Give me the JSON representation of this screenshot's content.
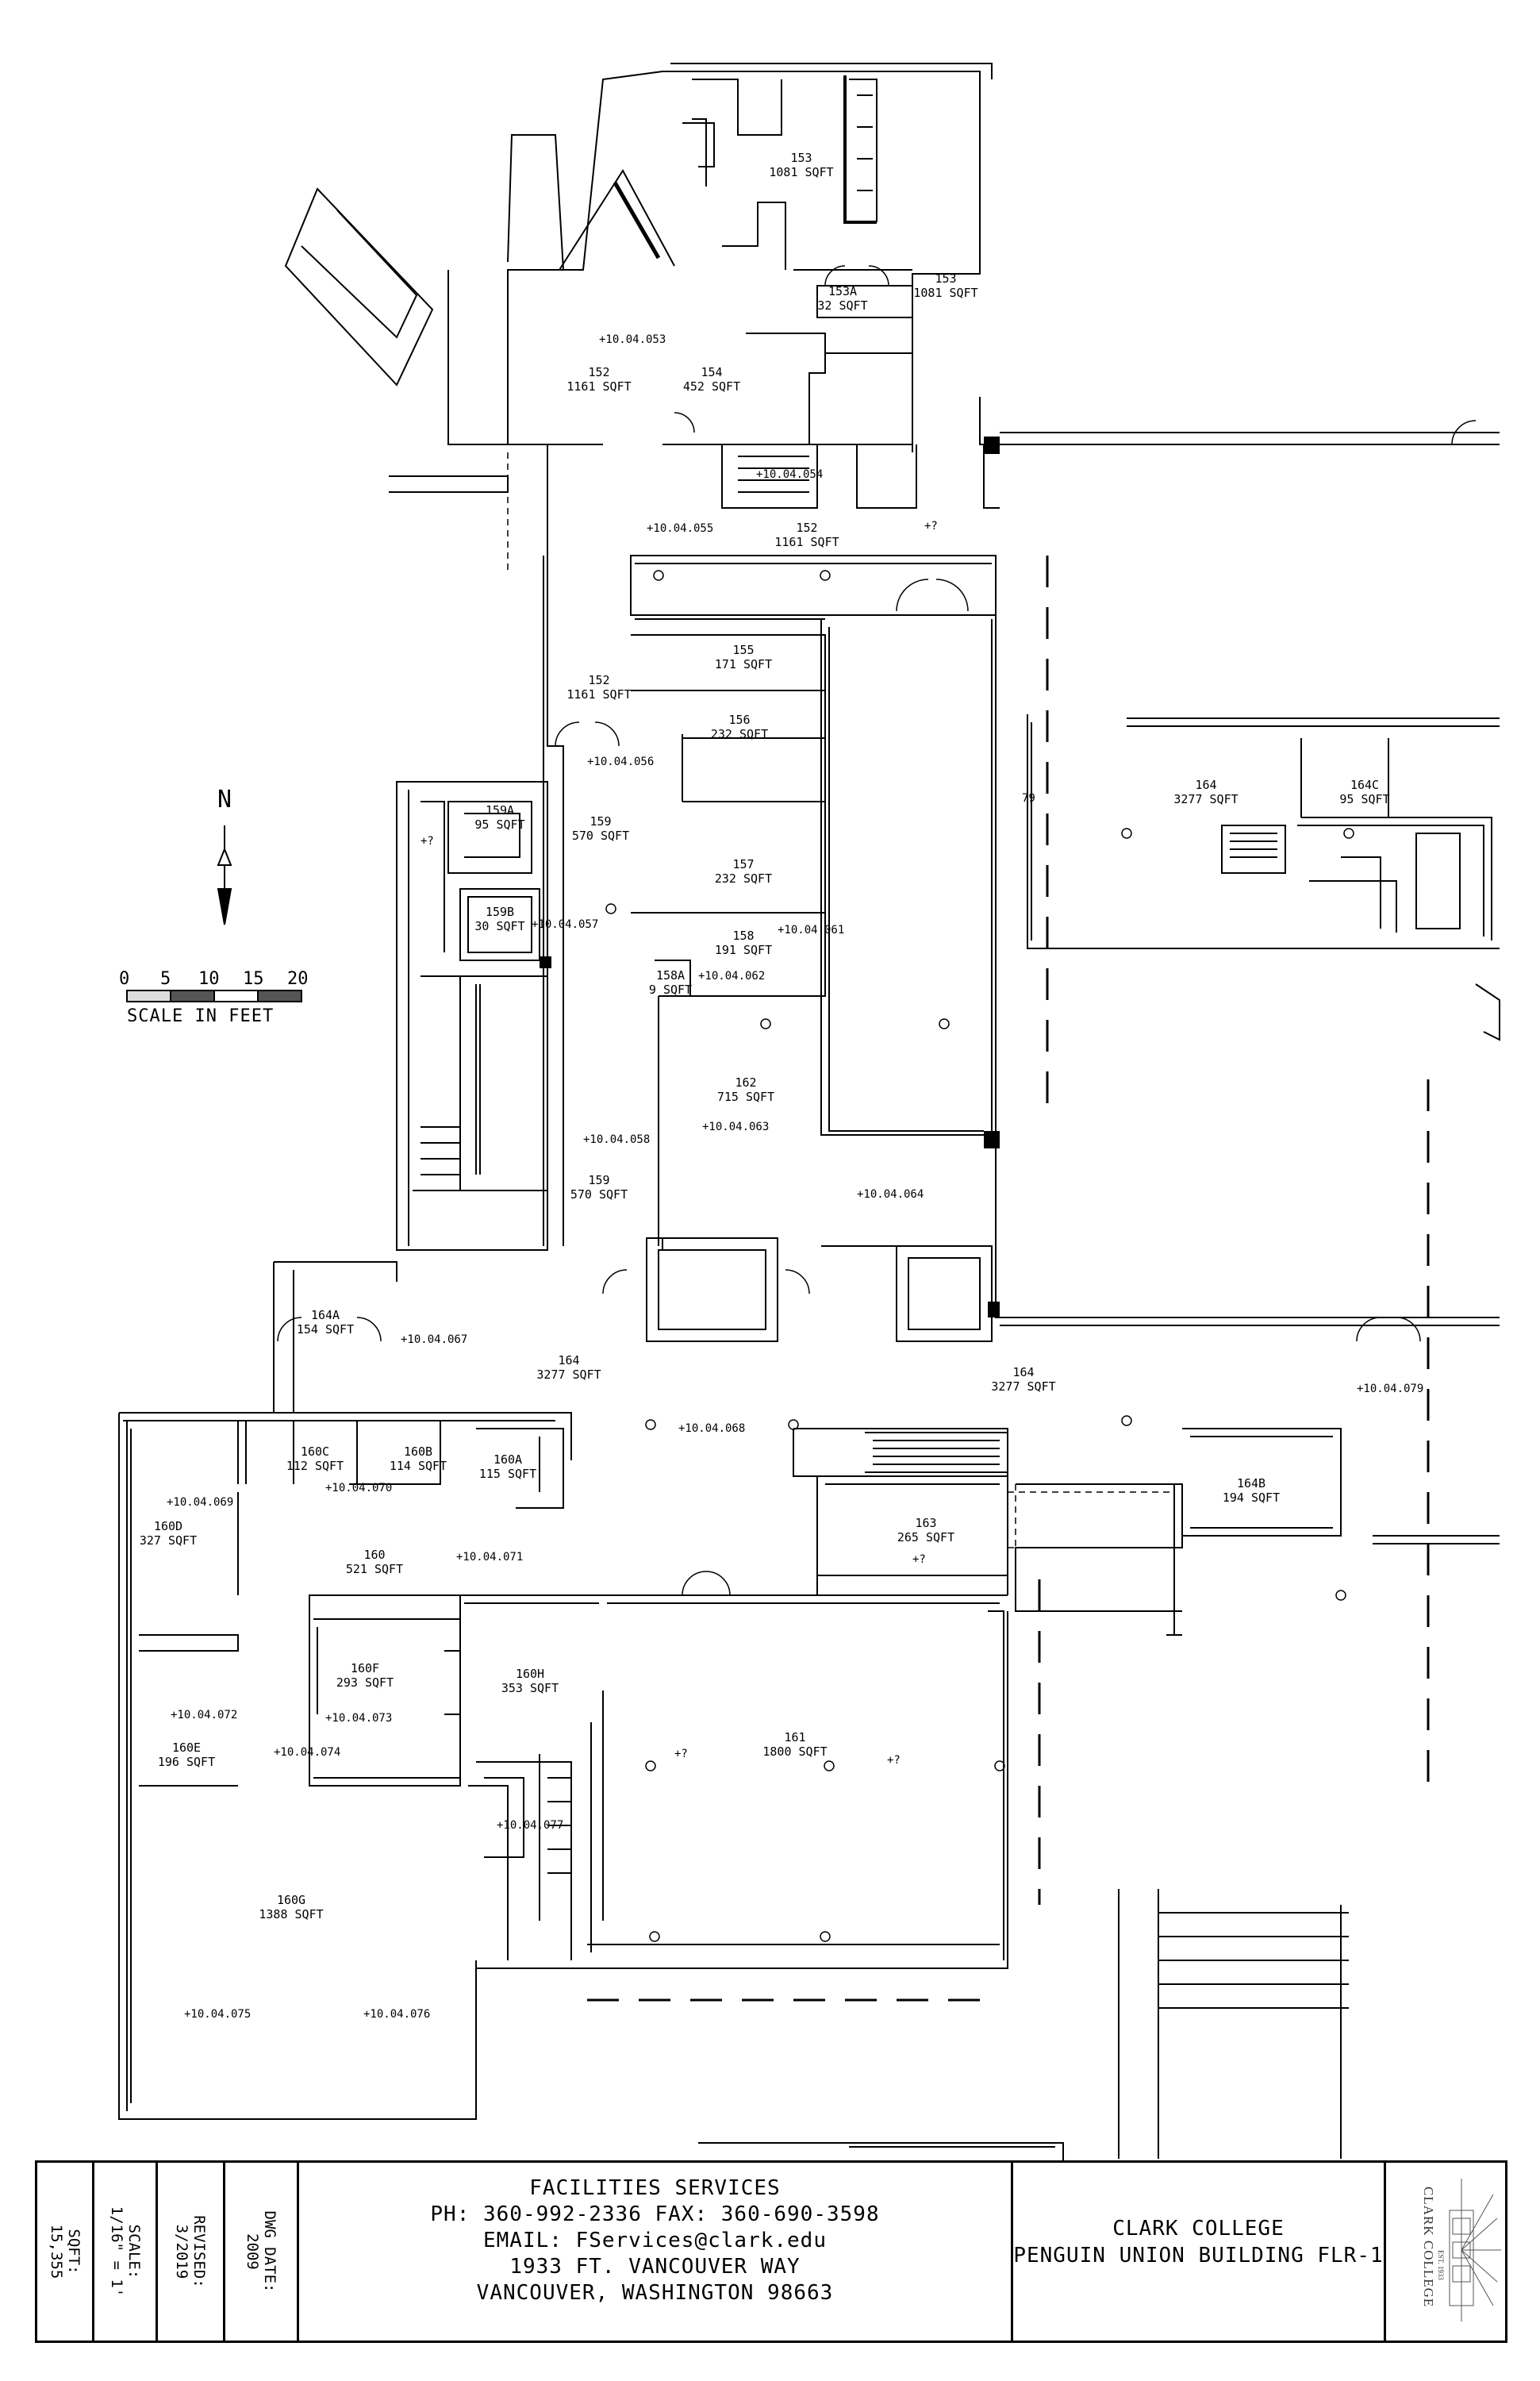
{
  "rooms": [
    {
      "num": "153",
      "area": "1081 SQFT"
    },
    {
      "num": "153A",
      "area": "32 SQFT"
    },
    {
      "num": "153",
      "area": "1081 SQFT"
    },
    {
      "num": "152",
      "area": "1161 SQFT"
    },
    {
      "num": "154",
      "area": "452 SQFT"
    },
    {
      "num": "152",
      "area": "1161 SQFT"
    },
    {
      "num": "155",
      "area": "171 SQFT"
    },
    {
      "num": "152",
      "area": "1161 SQFT"
    },
    {
      "num": "156",
      "area": "232 SQFT"
    },
    {
      "num": "159A",
      "area": "95 SQFT"
    },
    {
      "num": "159",
      "area": "570 SQFT"
    },
    {
      "num": "157",
      "area": "232 SQFT"
    },
    {
      "num": "159B",
      "area": "30 SQFT"
    },
    {
      "num": "158",
      "area": "191 SQFT"
    },
    {
      "num": "158A",
      "area": "9 SQFT"
    },
    {
      "num": "162",
      "area": "715 SQFT"
    },
    {
      "num": "159",
      "area": "570 SQFT"
    },
    {
      "num": "164",
      "area": "3277 SQFT"
    },
    {
      "num": "164C",
      "area": "95 SQFT"
    },
    {
      "num": "164A",
      "area": "154 SQFT"
    },
    {
      "num": "164",
      "area": "3277 SQFT"
    },
    {
      "num": "164",
      "area": "3277 SQFT"
    },
    {
      "num": "160C",
      "area": "112 SQFT"
    },
    {
      "num": "160B",
      "area": "114 SQFT"
    },
    {
      "num": "160A",
      "area": "115 SQFT"
    },
    {
      "num": "160D",
      "area": "327 SQFT"
    },
    {
      "num": "160",
      "area": "521 SQFT"
    },
    {
      "num": "163",
      "area": "265 SQFT"
    },
    {
      "num": "164B",
      "area": "194 SQFT"
    },
    {
      "num": "160F",
      "area": "293 SQFT"
    },
    {
      "num": "160H",
      "area": "353 SQFT"
    },
    {
      "num": "160E",
      "area": "196 SQFT"
    },
    {
      "num": "161",
      "area": "1800 SQFT"
    },
    {
      "num": "160G",
      "area": "1388 SQFT"
    }
  ],
  "markers": [
    "+10.04.053",
    "+10.04.054",
    "+10.04.055",
    "+?",
    "+10.04.056",
    "+?",
    "+10.04.057",
    "+10.04.061",
    "+10.04.062",
    "+10.04.063",
    "+10.04.058",
    "+10.04.064",
    "+10.04.067",
    "+10.04.068",
    "+10.04.079",
    "+10.04.069",
    "+10.04.070",
    "+10.04.071",
    "+?",
    "+10.04.073",
    "+10.04.072",
    "+10.04.074",
    "+?",
    "+?",
    "+10.04.077",
    "+10.04.075",
    "+10.04.076",
    "79"
  ],
  "compass": {
    "north": "N"
  },
  "scale": {
    "ticks": [
      "0",
      "5",
      "10",
      "15",
      "20"
    ],
    "label": "SCALE IN FEET"
  },
  "title_block": {
    "sqft_label": "SQFT:",
    "sqft_value": "15,355",
    "scale_label": "SCALE:",
    "scale_value": "1/16\" = 1'",
    "revised_label": "REVISED:",
    "revised_value": "3/2019",
    "dwg_label": "DWG DATE:",
    "dwg_value": "2009",
    "dept": "FACILITIES SERVICES",
    "phone": "PH: 360-992-2336    FAX: 360-690-3598",
    "email": "EMAIL: FServices@clark.edu",
    "address1": "1933 FT. VANCOUVER WAY",
    "address2": "VANCOUVER, WASHINGTON 98663",
    "college": "CLARK COLLEGE",
    "building": "PENGUIN UNION BUILDING FLR-1",
    "logo_text": "CLARK COLLEGE",
    "logo_sub": "EST. 1933"
  }
}
